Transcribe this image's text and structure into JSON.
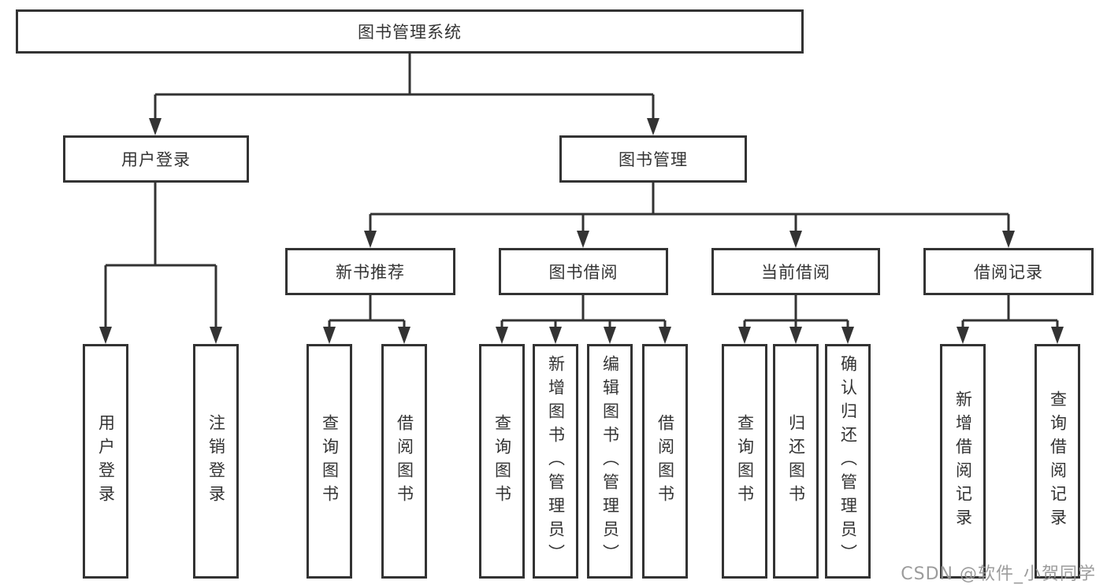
{
  "diagram": {
    "root": {
      "label": "图书管理系统"
    },
    "branches": [
      {
        "label": "用户登录",
        "children": [
          {
            "label": "用户登录"
          },
          {
            "label": "注销登录"
          }
        ]
      },
      {
        "label": "图书管理",
        "children": [
          {
            "label": "新书推荐",
            "children": [
              {
                "label": "查询图书"
              },
              {
                "label": "借阅图书"
              }
            ]
          },
          {
            "label": "图书借阅",
            "children": [
              {
                "label": "查询图书"
              },
              {
                "label": "新增图书（管理员）"
              },
              {
                "label": "编辑图书（管理员）"
              },
              {
                "label": "借阅图书"
              }
            ]
          },
          {
            "label": "当前借阅",
            "children": [
              {
                "label": "查询图书"
              },
              {
                "label": "归还图书"
              },
              {
                "label": "确认归还（管理员）"
              }
            ]
          },
          {
            "label": "借阅记录",
            "children": [
              {
                "label": "新增借阅记录"
              },
              {
                "label": "查询借阅记录"
              }
            ]
          }
        ]
      }
    ]
  },
  "colors": {
    "line": "#333333",
    "text": "#333333",
    "box_fill": "#ffffff",
    "watermark": "#949494"
  },
  "watermark": {
    "text": "CSDN @软件_小贺同学"
  }
}
